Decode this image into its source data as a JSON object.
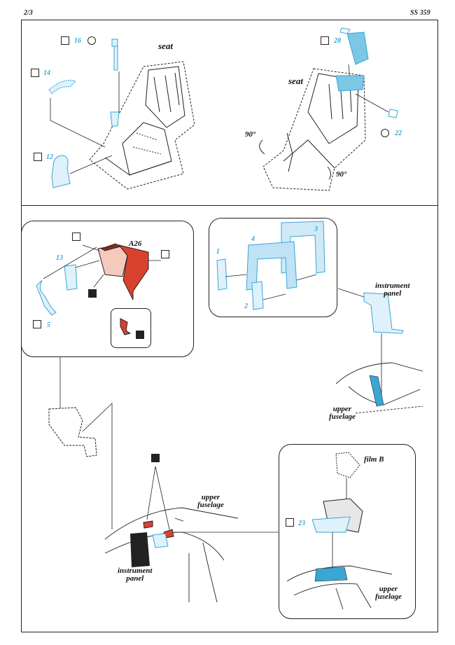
{
  "header": {
    "page_number": "2/3",
    "product_code": "SS 359"
  },
  "labels": {
    "seat_left": "seat",
    "seat_right": "seat",
    "angle_left": "90°",
    "angle_right": "90°",
    "a26": "A26",
    "instrument_panel_top": "instrument\npanel",
    "upper_fuselage_mid_right": "upper\nfuselage",
    "upper_fuselage_center": "upper\nfuselage",
    "instrument_panel_bottom": "instrument\npanel",
    "film_b": "film B",
    "upper_fuselage_bottom_right": "upper\nfuselage"
  },
  "part_numbers": {
    "p16": "16",
    "p14": "14",
    "p12": "12",
    "p28": "28",
    "p22": "22",
    "p13": "13",
    "p5": "5",
    "p1": "1",
    "p4": "4",
    "p3": "3",
    "p2": "2",
    "p23": "23"
  },
  "colors": {
    "etch_blue": "#7cc6e6",
    "part_blue": "#3aa6d6",
    "red": "#d9412f",
    "ink": "#222222"
  }
}
